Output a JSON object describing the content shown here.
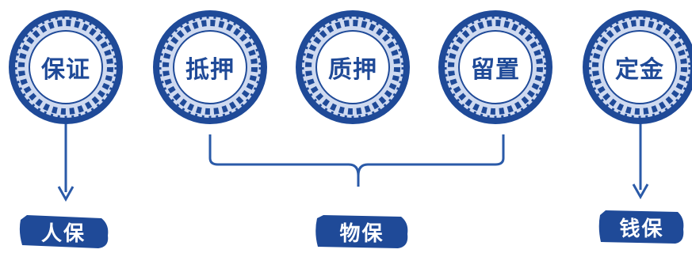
{
  "plates": [
    {
      "id": "baozheng",
      "label": "保证"
    },
    {
      "id": "diya",
      "label": "抵押"
    },
    {
      "id": "zhiya",
      "label": "质押"
    },
    {
      "id": "liuzhi",
      "label": "留置"
    },
    {
      "id": "dingjin",
      "label": "定金"
    }
  ],
  "tags": [
    {
      "id": "renbao",
      "label": "人保"
    },
    {
      "id": "wubao",
      "label": "物保"
    },
    {
      "id": "qianbao",
      "label": "钱保"
    }
  ],
  "colors": {
    "plate_blue": "#1f4a98",
    "plate_light": "#dfe7f5",
    "tag_fill": "#1f4a98",
    "line": "#2a5aa8"
  }
}
